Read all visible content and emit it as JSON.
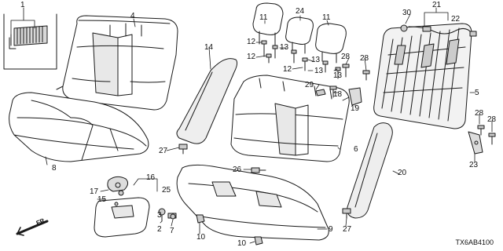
{
  "diagram": {
    "part_numbers": [
      "1",
      "2",
      "3",
      "4",
      "5",
      "6",
      "7",
      "8",
      "9",
      "10",
      "11",
      "12",
      "13",
      "14",
      "15",
      "16",
      "17",
      "18",
      "19",
      "20",
      "21",
      "22",
      "23",
      "24",
      "25",
      "26",
      "27",
      "28",
      "29",
      "30"
    ],
    "direction_label": "FR.",
    "diagram_code": "TX6AB4100"
  }
}
